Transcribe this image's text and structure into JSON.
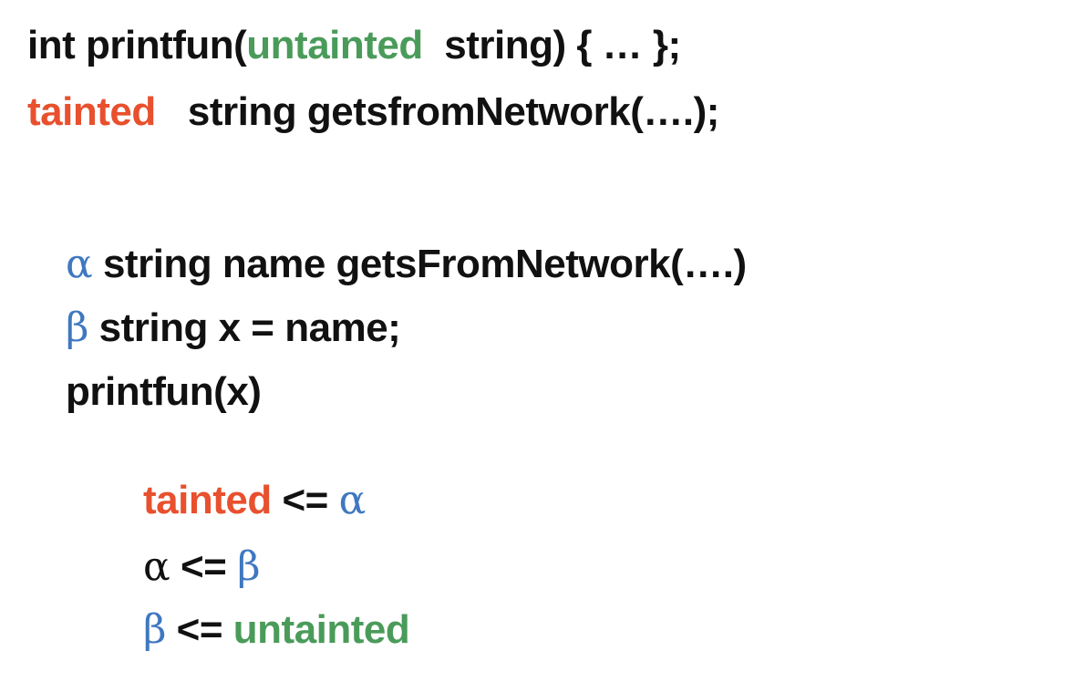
{
  "colors": {
    "tainted": "#e8502e",
    "untainted": "#4a9b5a",
    "greek": "#3f78c0",
    "text": "#111111",
    "background": "#ffffff"
  },
  "declarations": {
    "line1": {
      "prefix": "int printfun(",
      "qualifier": "untainted",
      "suffix": "  string) { … };"
    },
    "line2": {
      "qualifier": "tainted",
      "suffix": "   string getsfromNetwork(….);"
    }
  },
  "code": {
    "line1": {
      "var": "α",
      "text": " string name getsFromNetwork(….)"
    },
    "line2": {
      "var": "β",
      "text": " string x = name;"
    },
    "line3": {
      "text": "printfun(x)"
    }
  },
  "constraints": {
    "c1": {
      "left": "tainted",
      "op": " <= ",
      "right": "α"
    },
    "c2": {
      "left": "α",
      "op": " <= ",
      "right": "β"
    },
    "c3": {
      "left": "β",
      "op": " <= ",
      "right": "untainted"
    }
  }
}
